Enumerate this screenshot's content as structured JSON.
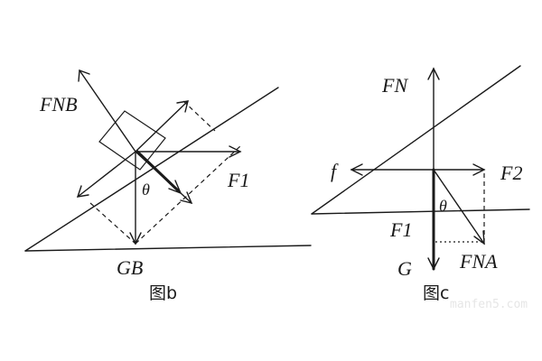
{
  "figure_b": {
    "labels": {
      "fnb": "FNB",
      "f1": "F1",
      "theta": "θ",
      "gb": "GB"
    },
    "caption": "图b"
  },
  "figure_c": {
    "labels": {
      "fn": "FN",
      "f": "f",
      "f2": "F2",
      "theta": "θ",
      "f1": "F1",
      "g": "G",
      "fna": "FNA"
    },
    "caption": "图c"
  },
  "watermark": "manfen5.com",
  "colors": {
    "ink": "#1a1a1a",
    "background": "#ffffff"
  },
  "arrowheads": "open-v"
}
